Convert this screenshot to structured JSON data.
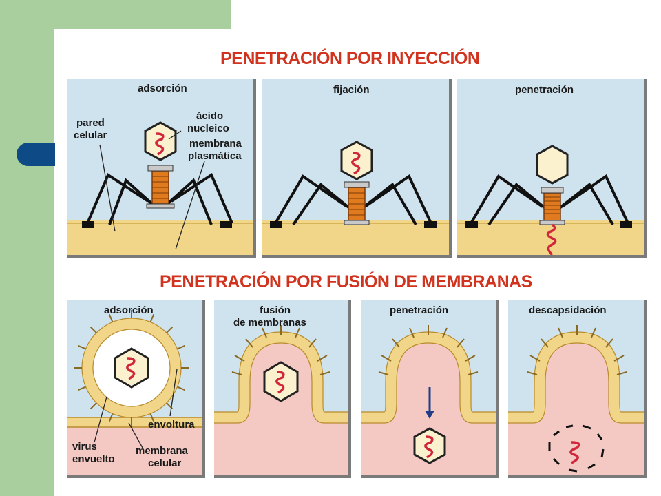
{
  "titles": {
    "injection": "PENETRACIÓN POR INYECCIÓN",
    "fusion": "PENETRACIÓN POR FUSIÓN DE MEMBRANAS"
  },
  "injection_panels": [
    {
      "label": "adsorción"
    },
    {
      "label": "fijación"
    },
    {
      "label": "penetración"
    }
  ],
  "injection_annotations": {
    "pared_celular": [
      "pared",
      "celular"
    ],
    "acido_nucleico": [
      "ácido",
      "nucleico"
    ],
    "membrana_plasmatica": [
      "membrana",
      "plasmática"
    ]
  },
  "fusion_panels": [
    {
      "label": "adsorción"
    },
    {
      "label": [
        "fusión",
        "de membranas"
      ]
    },
    {
      "label": "penetración"
    },
    {
      "label": "descapsidación"
    }
  ],
  "fusion_annotations": {
    "envoltura": "envoltura",
    "virus_envuelto": [
      "virus",
      "envuelto"
    ],
    "membrana_celular": [
      "membrana",
      "celular"
    ]
  },
  "colors": {
    "green": "#a9cf9e",
    "blue_tab": "#0d4a86",
    "title_red": "#d2331e",
    "panel_bg": "#cfe3ee",
    "membrane_tan": "#f1d68a",
    "phage_orange": "#e07a1f",
    "nucleic_red": "#d0283a",
    "cell_pink": "#f4c9c4"
  }
}
